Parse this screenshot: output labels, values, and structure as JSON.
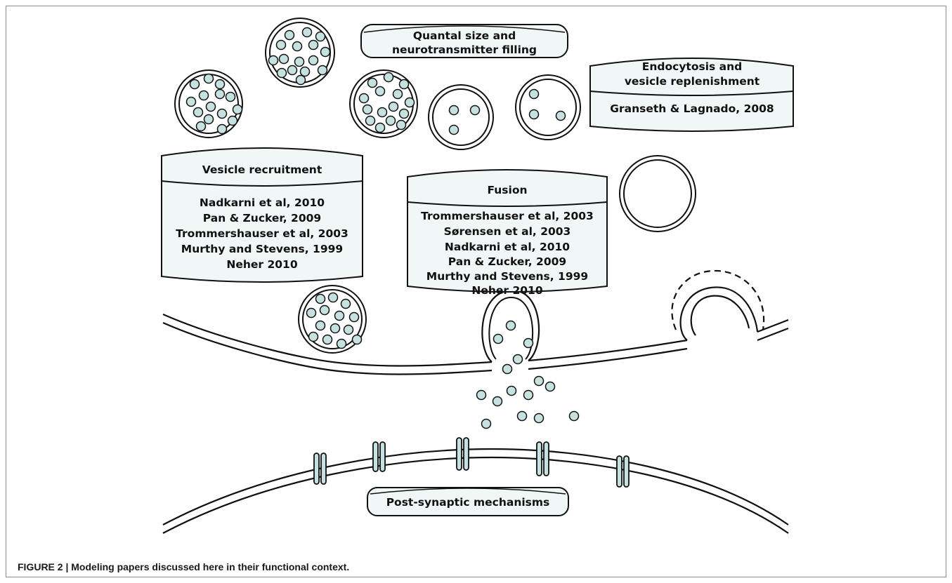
{
  "colors": {
    "vesicle_fill": "#e6f3f1",
    "transmitter_fill": "#c6e2e0",
    "box_fill": "#f0f7f6",
    "stroke": "#111111"
  },
  "labels": {
    "quantal_line1": "Quantal size and",
    "quantal_line2": "neurotransmitter filling",
    "endocytosis_title_line1": "Endocytosis and",
    "endocytosis_title_line2": "vesicle replenishment",
    "endocytosis_refs": [
      "Granseth & Lagnado, 2008"
    ],
    "vesicle_title": "Vesicle recruitment",
    "vesicle_refs": [
      "Nadkarni et al, 2010",
      "Pan & Zucker, 2009",
      "Trommershauser et al, 2003",
      "Murthy and Stevens, 1999",
      "Neher 2010"
    ],
    "fusion_title": "Fusion",
    "fusion_refs": [
      "Trommershauser et al, 2003",
      "Sørensen et al, 2003",
      "Nadkarni et al, 2010",
      "Pan & Zucker, 2009",
      "Murthy and Stevens, 1999",
      "Neher 2010"
    ],
    "post_synaptic": "Post-synaptic mechanisms"
  },
  "caption": "FIGURE 2 | Modeling papers discussed here in their functional context."
}
